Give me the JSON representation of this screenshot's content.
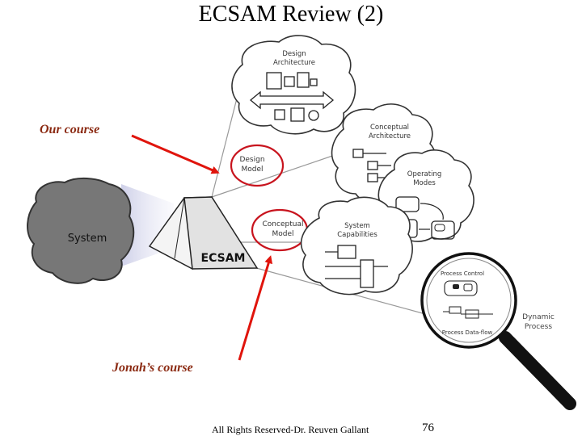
{
  "slide": {
    "title": "ECSAM Review (2)",
    "footer": "All Rights Reserved-Dr. Reuven Gallant",
    "page_number": "76"
  },
  "annotations": {
    "our_course": "Our course",
    "jonahs_course": "Jonah’s course"
  },
  "diagram": {
    "system_label": "System",
    "ecsam_label": "ECSAM",
    "design_model": [
      "Design",
      "Model"
    ],
    "conceptual_model": [
      "Conceptual",
      "Model"
    ],
    "design_architecture": [
      "Design",
      "Architecture"
    ],
    "conceptual_architecture": [
      "Conceptual",
      "Architecture"
    ],
    "operating_modes": [
      "Operating",
      "Modes"
    ],
    "system_capabilities": [
      "System",
      "Capabilities"
    ],
    "process_control": "Process Control",
    "process_dataflow": "Process Data-flow",
    "dynamic_process": [
      "Dynamic",
      "Process"
    ]
  },
  "colors": {
    "arrow": "#e0140c",
    "highlight_circle": "#c8141e",
    "annotation_text": "#8b2a12",
    "system_cloud": "#777777"
  }
}
